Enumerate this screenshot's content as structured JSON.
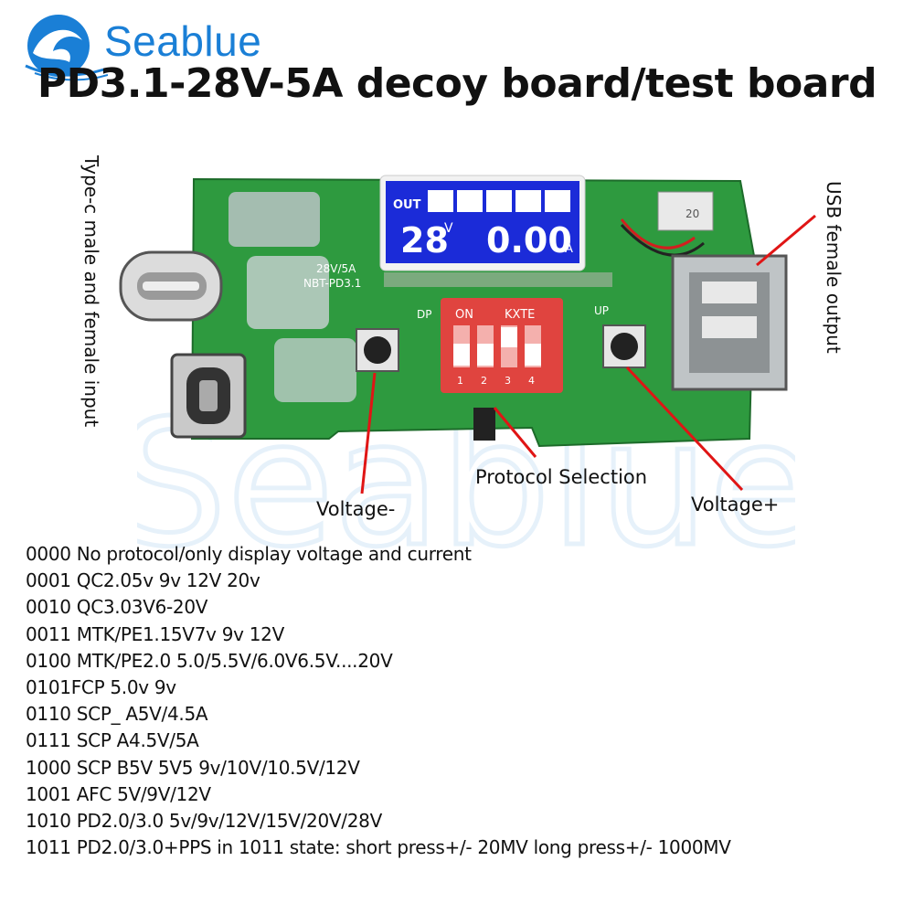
{
  "brand": {
    "name": "Seablue",
    "watermark_text": "Seablue",
    "color": "#1a7fd6"
  },
  "title": "PD3.1-28V-5A decoy board/test board",
  "labels": {
    "input": "Type-c male and female input",
    "output": "USB female output",
    "voltage_minus": "Voltage-",
    "protocol_selection": "Protocol Selection",
    "voltage_plus": "Voltage+"
  },
  "board": {
    "lcd": {
      "out": "OUT",
      "voltage": "28",
      "voltage_unit": "V",
      "current": "0.00",
      "current_unit": "A"
    },
    "silkscreen": {
      "model_1": "28V/5A",
      "model_2": "NBT-PD3.1",
      "dp": "DP",
      "up": "UP"
    },
    "dip_switch": {
      "on_label": "ON",
      "brand": "KXTE",
      "numbers": [
        "1",
        "2",
        "3",
        "4"
      ]
    },
    "connector_label": "20"
  },
  "protocols": [
    "0000 No protocol/only display voltage and current",
    "0001 QC2.05v 9v 12V 20v",
    "0010 QC3.03V6-20V",
    "0011 MTK/PE1.15V7v 9v 12V",
    "0100 MTK/PE2.0 5.0/5.5V/6.0V6.5V....20V",
    "0101FCP 5.0v 9v",
    "0110 SCP_ A5V/4.5A",
    "0111 SCP A4.5V/5A",
    "1000 SCP B5V 5V5 9v/10V/10.5V/12V",
    "1001 AFC 5V/9V/12V",
    "1010 PD2.0/3.0 5v/9v/12V/15V/20V/28V",
    "1011 PD2.0/3.0+PPS in 1011 state: short press+/- 20MV long press+/- 1000MV"
  ],
  "colors": {
    "pcb": "#2e9a3f",
    "dip": "#e0443f",
    "lcd_bg": "#1b2bd8",
    "arrow": "#e01515"
  }
}
